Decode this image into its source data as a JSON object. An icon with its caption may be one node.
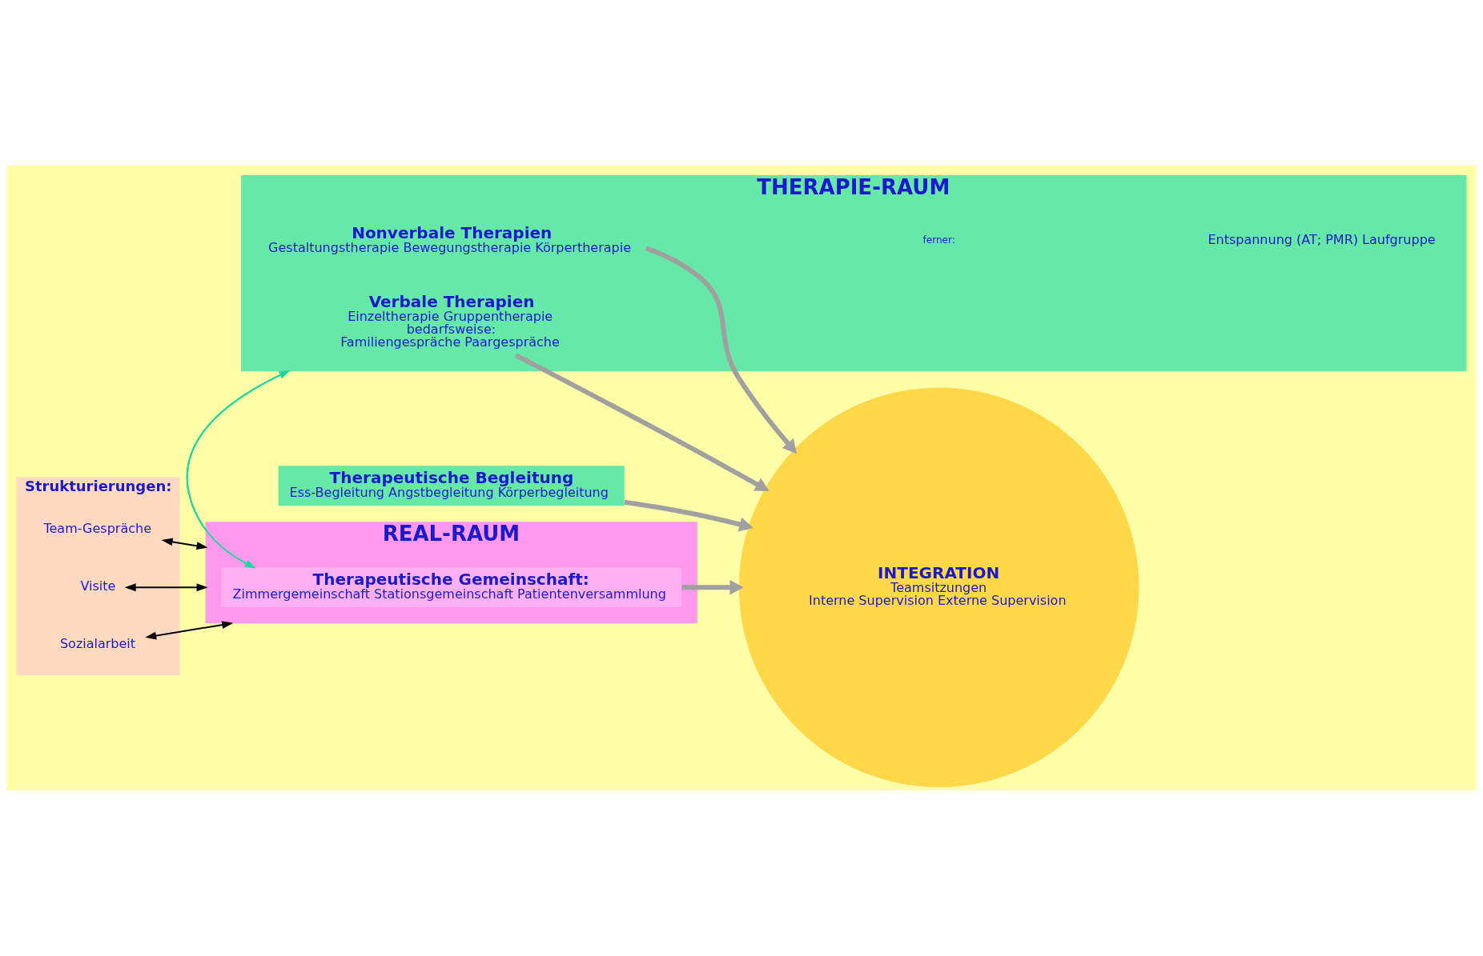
{
  "diagram": {
    "nodes": [
      {
        "text": [
          "THERAPIE-RAUM"
        ]
      },
      {
        "text": [
          "Verbale Therapien",
          "Einzeltherapie Gruppentherapie",
          "bedarfsweise:",
          "Familiengespräche Paargespräche"
        ],
        "in": 0
      },
      {
        "text": [
          "Nonverbale Therapien",
          "Gestaltungstherapie Bewegungstherapie Körpertherapie"
        ],
        "in": 0
      },
      {
        "text": [
          "Therapeutische Begleitung",
          "Ess-Begleitung Angstbegleitung Körperbegleitung"
        ]
      },
      {
        "text": [
          "INTEGRATION",
          "Teamsitzungen",
          "Interne Supervision Externe Supervision"
        ]
      },
      {
        "text": [
          "REAL-RAUM"
        ]
      },
      {
        "text": [
          "Therapeutische Gemeinschaft:",
          "Zimmergemeinschaft Stationsgemeinschaft Patientenversammlung"
        ],
        "in": 5
      },
      {
        "text": [
          "Strukturierungen:"
        ]
      },
      {
        "text": [
          "Team-Gespräche"
        ],
        "in": 7
      },
      {
        "text": [
          "Visite"
        ],
        "in": 7
      },
      {
        "text": [
          "Sozialarbeit"
        ],
        "in": 7
      }
    ],
    "edges": [
      {
        "from": 1,
        "to": 4,
        "arrow": "to",
        "style": "thick"
      },
      {
        "from": 2,
        "to": 4,
        "arrow": "to",
        "style": "thick"
      },
      {
        "from": 3,
        "to": 4,
        "arrow": "to",
        "style": "thick"
      },
      {
        "from": 6,
        "to": 4,
        "arrow": "to",
        "style": "thick"
      },
      {
        "from": 0,
        "to": 6,
        "arrow": "to",
        "color": "#1fd8a0"
      },
      {
        "from": 5,
        "to": 0,
        "arrow": "to",
        "color": "#1fd8a0"
      },
      {
        "from": 8,
        "to": 5,
        "arrow": "both",
        "color": "#000000"
      },
      {
        "from": 9,
        "to": 5,
        "arrow": "both",
        "color": "#000000"
      },
      {
        "from": 10,
        "to": 5,
        "arrow": "both",
        "color": "#000000"
      }
    ],
    "labels": [
      "ferner:",
      "Entspannung (AT; PMR) Laufgruppe"
    ]
  }
}
